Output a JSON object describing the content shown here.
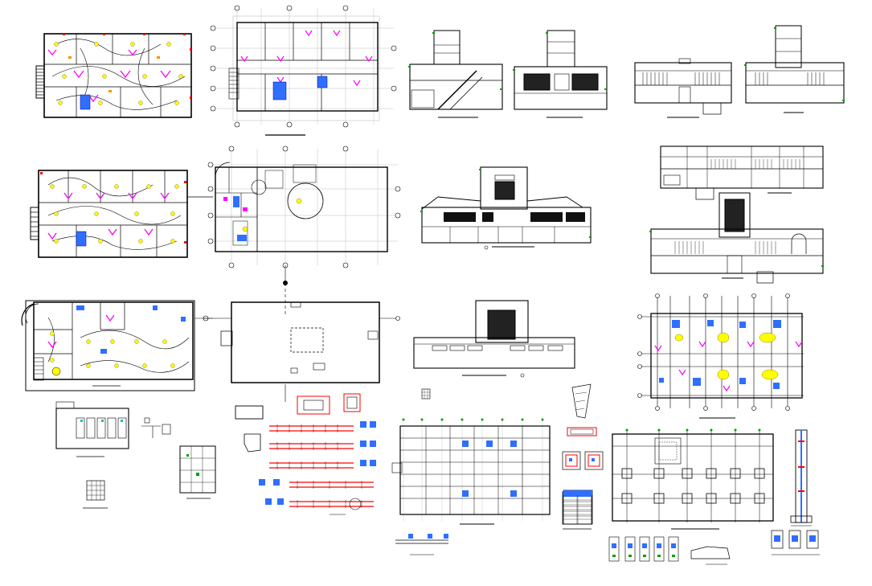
{
  "sheet": {
    "colors": {
      "line": "#000000",
      "bg": "#ffffff",
      "magenta": "#ff00ff",
      "yellow": "#ffff00",
      "blue": "#0000ff",
      "green": "#00a000",
      "red": "#ff0000",
      "grey": "#bfbfbf",
      "cyan": "#00c0c0",
      "orange": "#ff9000"
    }
  },
  "drawings": [
    {
      "id": "electrical-plan-1",
      "kind": "electrical-plan"
    },
    {
      "id": "floor-plan-1",
      "kind": "architectural-plan"
    },
    {
      "id": "section-stair",
      "kind": "section"
    },
    {
      "id": "elevation-front-1",
      "kind": "elevation"
    },
    {
      "id": "elevation-side-1",
      "kind": "elevation"
    },
    {
      "id": "elevation-side-2",
      "kind": "elevation"
    },
    {
      "id": "electrical-plan-2",
      "kind": "electrical-plan"
    },
    {
      "id": "floor-plan-2",
      "kind": "architectural-plan"
    },
    {
      "id": "elevation-main",
      "kind": "elevation"
    },
    {
      "id": "elevation-right-top",
      "kind": "elevation"
    },
    {
      "id": "elevation-right-bottom",
      "kind": "elevation"
    },
    {
      "id": "electrical-plan-3",
      "kind": "electrical-plan"
    },
    {
      "id": "roof-plan",
      "kind": "roof-plan"
    },
    {
      "id": "elevation-rear",
      "kind": "elevation"
    },
    {
      "id": "furniture-plan",
      "kind": "architectural-plan"
    },
    {
      "id": "sanitary-detail",
      "kind": "detail"
    },
    {
      "id": "beam-details",
      "kind": "structural-detail"
    },
    {
      "id": "foundation-plan",
      "kind": "structural-plan"
    },
    {
      "id": "column-plan",
      "kind": "structural-plan"
    },
    {
      "id": "column-elevation",
      "kind": "structural-detail"
    },
    {
      "id": "footing-details",
      "kind": "structural-detail"
    }
  ]
}
